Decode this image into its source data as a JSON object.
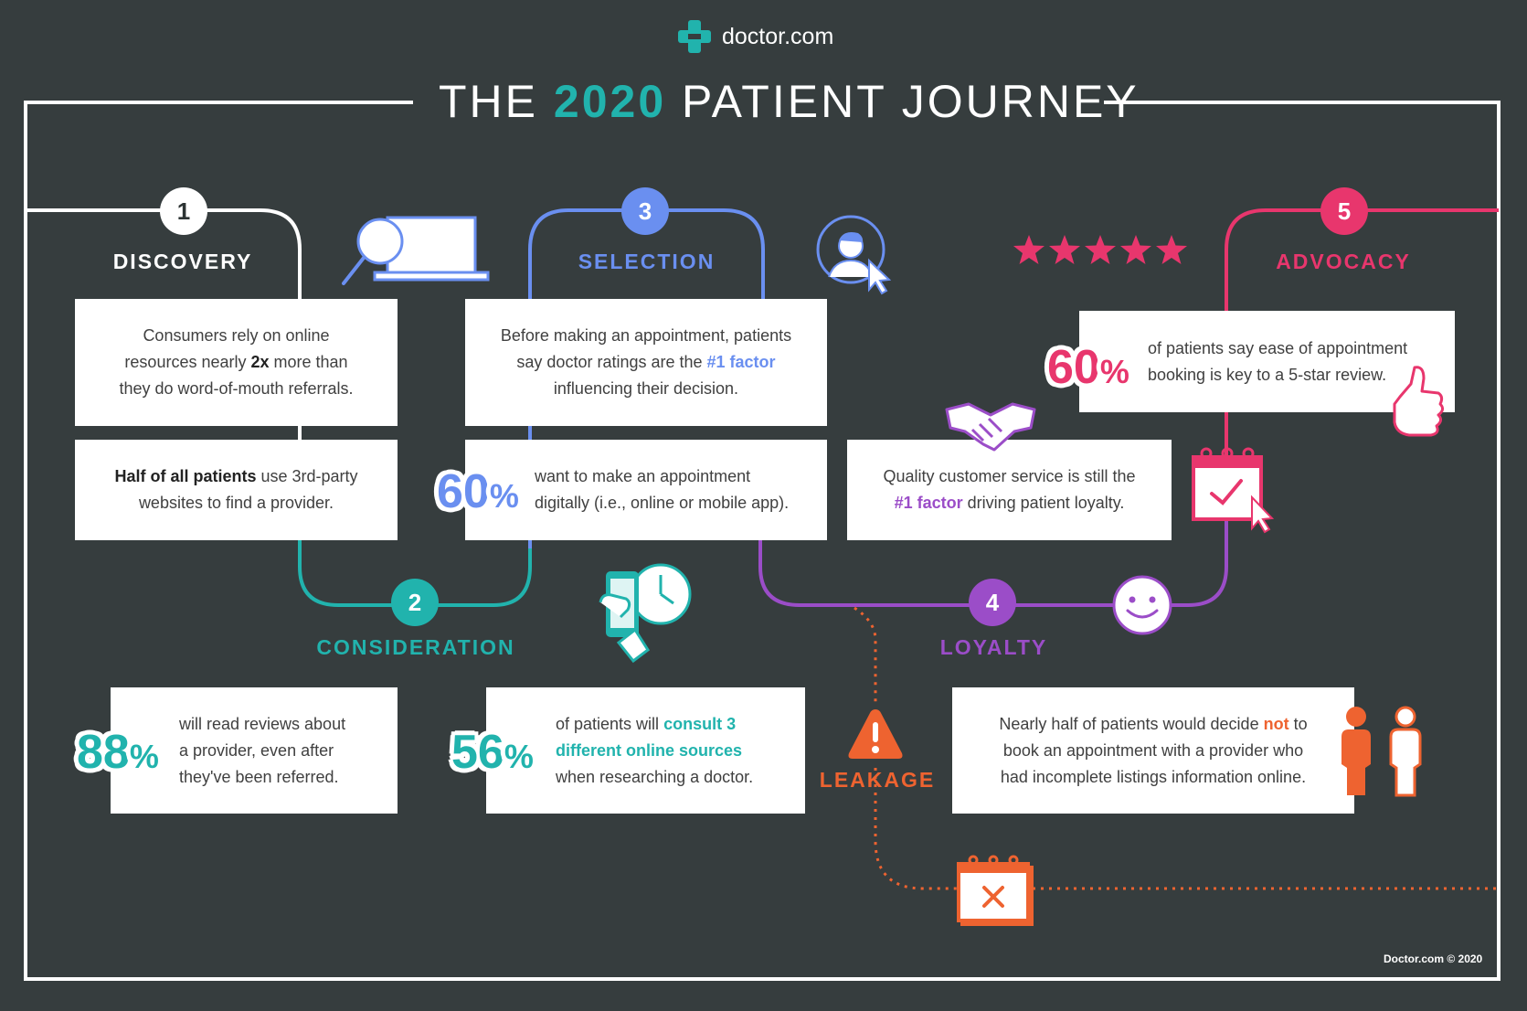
{
  "header": {
    "logo_text": "doctor.com",
    "title_pre": "THE ",
    "title_year": "2020",
    "title_post": " PATIENT JOURNEY"
  },
  "stages": {
    "discovery": {
      "number": "1",
      "label": "DISCOVERY"
    },
    "consideration": {
      "number": "2",
      "label": "CONSIDERATION"
    },
    "selection": {
      "number": "3",
      "label": "SELECTION"
    },
    "loyalty": {
      "number": "4",
      "label": "LOYALTY"
    },
    "advocacy": {
      "number": "5",
      "label": "ADVOCACY"
    },
    "leakage": {
      "label": "LEAKAGE"
    }
  },
  "cards": {
    "discovery_1": {
      "line1": "Consumers rely on online",
      "line2_a": "resources nearly ",
      "line2_b": "2x",
      "line2_c": " more than",
      "line3": "they do word-of-mouth referrals."
    },
    "discovery_2": {
      "line1_a": "Half of all patients",
      "line1_b": " use 3rd-party",
      "line2": "websites to find a provider."
    },
    "selection_1": {
      "line1": "Before making an appointment, patients",
      "line2_a": "say doctor ratings are the ",
      "line2_b": "#1 factor",
      "line3": "influencing their decision."
    },
    "selection_2": {
      "stat": "60",
      "pct": "%",
      "line1": "want to make an appointment",
      "line2": "digitally (i.e., online or mobile app)."
    },
    "consideration_1": {
      "stat": "88",
      "pct": "%",
      "line1": "will read reviews about",
      "line2": "a provider, even after",
      "line3": "they've been referred."
    },
    "consideration_2": {
      "stat": "56",
      "pct": "%",
      "line1_a": "of patients will ",
      "line1_b": "consult 3",
      "line2": "different online sources",
      "line3": "when researching a doctor."
    },
    "loyalty_1": {
      "line1": "Quality customer service is still the",
      "line2_a": "#1 factor",
      "line2_b": " driving patient loyalty."
    },
    "advocacy_1": {
      "stat": "60",
      "pct": "%",
      "line1": "of patients say ease of appointment",
      "line2": "booking is key to a 5-star review."
    },
    "leakage_1": {
      "line1_a": "Nearly half of patients would decide ",
      "line1_b": "not",
      "line1_c": " to",
      "line2": "book an appointment with a provider who",
      "line3": "had incomplete listings information online."
    }
  },
  "footer": {
    "copyright": "Doctor.com © 2020"
  },
  "icons": {
    "discovery": "magnifier-laptop-icon",
    "selection": "doctor-avatar-cursor-icon",
    "consideration": "phone-clock-icon",
    "advocacy_stars": "five-stars-icon",
    "advocacy": "thumbs-up-icon",
    "loyalty": "handshake-icon",
    "loyalty_smile": "smiley-icon",
    "booking": "calendar-check-icon",
    "leakage": "warning-icon",
    "leakage_cal": "calendar-x-icon",
    "people": "people-icon"
  },
  "colors": {
    "background": "#363d3e",
    "discovery": "#ffffff",
    "consideration": "#21b3ad",
    "selection": "#6a8ff0",
    "loyalty": "#9b4dc8",
    "advocacy": "#e8366d",
    "leakage": "#ee6330"
  }
}
